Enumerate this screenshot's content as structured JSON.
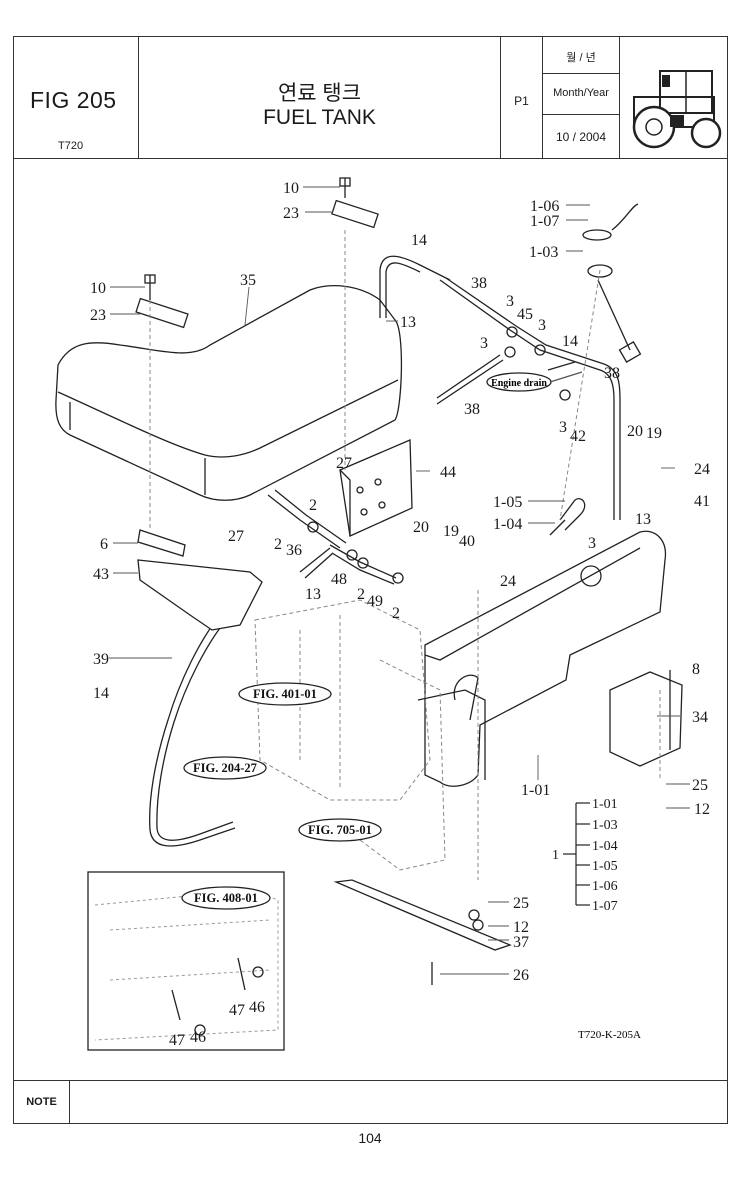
{
  "header": {
    "fig_number": "FIG 205",
    "model": "T720",
    "title_ko": "연료 탱크",
    "title_en": "FUEL TANK",
    "page_label": "P1",
    "month_year_ko": "월 / 년",
    "month_year_en": "Month/Year",
    "month_year_value": "10 / 2004"
  },
  "diagram": {
    "part_labels": {
      "p10a": "10",
      "p23a": "23",
      "p10b": "10",
      "p23b": "23",
      "p35": "35",
      "p14a": "14",
      "p13a": "13",
      "p38a": "38",
      "p3a": "3",
      "p45": "45",
      "p3b": "3",
      "p3c": "3",
      "p14b": "14",
      "p38b": "38",
      "p38c": "38",
      "p3d": "3",
      "p42": "42",
      "p20a": "20",
      "p19a": "19",
      "p24a": "24",
      "p41": "41",
      "p27a": "27",
      "p44": "44",
      "p2a": "2",
      "p2b": "2",
      "p36": "36",
      "p105": "1-05",
      "p104": "1-04",
      "p13b": "13",
      "p3e": "3",
      "p27b": "27",
      "p6": "6",
      "p43": "43",
      "p20b": "20",
      "p19b": "19",
      "p40": "40",
      "p24b": "24",
      "p13c": "13",
      "p48": "48",
      "p2c": "2",
      "p49": "49",
      "p2d": "2",
      "p39": "39",
      "p14c": "14",
      "p8": "8",
      "p34": "34",
      "p101": "1-01",
      "p25a": "25",
      "p12a": "12",
      "p25b": "25",
      "p12b": "12",
      "p37": "37",
      "p26": "26",
      "p47a": "47",
      "p46a": "46",
      "p47b": "47",
      "p46b": "46",
      "p106": "1-06",
      "p107": "1-07",
      "p103": "1-03"
    },
    "fig_refs": [
      "FIG. 401-01",
      "FIG. 204-27",
      "FIG. 705-01",
      "FIG. 408-01"
    ],
    "engine_drain": "Engine drain",
    "assembly": {
      "parent": "1",
      "children": [
        "1-01",
        "1-03",
        "1-04",
        "1-05",
        "1-06",
        "1-07"
      ]
    },
    "drawing_code": "T720-K-205A"
  },
  "note": {
    "label": "NOTE",
    "text": ""
  },
  "page_number": "104"
}
